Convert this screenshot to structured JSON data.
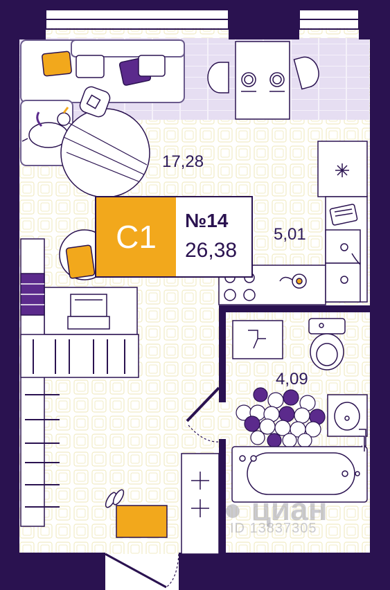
{
  "apartment": {
    "type": "С1",
    "number": "№14",
    "total_area": "26,38"
  },
  "rooms": {
    "living_area": "17,28",
    "kitchen_area": "5,01",
    "bathroom_area": "4,09"
  },
  "watermark": {
    "brand": "циан",
    "id_text": "ID 13837305"
  },
  "colors": {
    "wall": "#2a1250",
    "accent_orange": "#f2a81c",
    "accent_purple": "#5b2a8c",
    "floor_tile": "#e6def2",
    "line": "#6a5a8c"
  }
}
